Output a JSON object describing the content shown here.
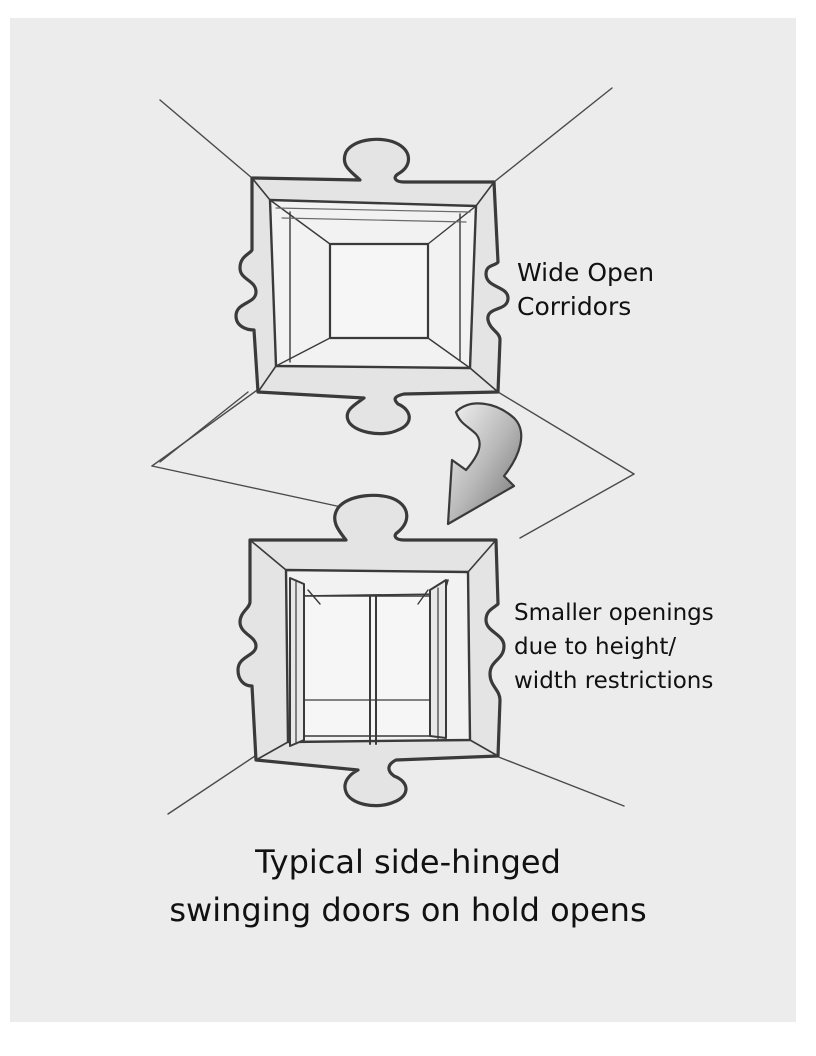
{
  "top_label": {
    "line1": "Wide Open",
    "line2": "Corridors"
  },
  "bottom_label": {
    "line1": "Smaller openings",
    "line2": "due to height/",
    "line3": "width restrictions"
  },
  "caption": {
    "line1": "Typical side-hinged",
    "line2": "swinging doors on hold opens"
  }
}
